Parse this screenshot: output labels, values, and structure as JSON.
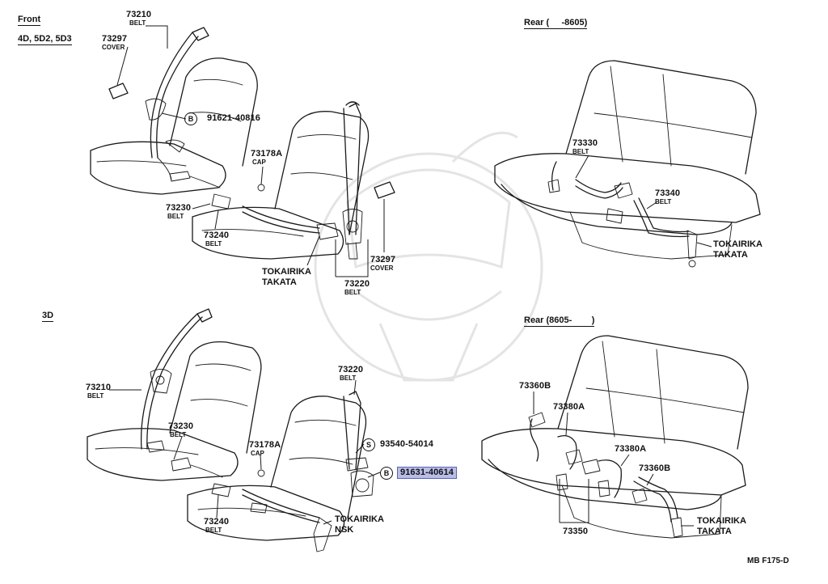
{
  "sections": {
    "front": "Front",
    "front_models": "4D, 5D2, 5D3",
    "rear_early": "Rear (     -8605)",
    "three_door": "3D",
    "rear_late": "Rear (8605-        )"
  },
  "front_parts": {
    "p73210": "73210",
    "p73210_sub": "BELT",
    "p73297a": "73297",
    "p73297a_sub": "COVER",
    "p91621": "91621-40816",
    "p91621_badge": "B",
    "p73178a": "73178A",
    "p73178a_sub": "CAP",
    "p73230": "73230",
    "p73230_sub": "BELT",
    "p73240": "73240",
    "p73240_sub": "BELT",
    "maker1": "TOKAIRIKA",
    "maker2": "TAKATA",
    "p73297b": "73297",
    "p73297b_sub": "COVER",
    "p73220": "73220",
    "p73220_sub": "BELT"
  },
  "rear_early_parts": {
    "p73330": "73330",
    "p73330_sub": "BELT",
    "p73340": "73340",
    "p73340_sub": "BELT",
    "maker1": "TOKAIRIKA",
    "maker2": "TAKATA"
  },
  "three_door_parts": {
    "p73210": "73210",
    "p73210_sub": "BELT",
    "p73230": "73230",
    "p73230_sub": "BELT",
    "p73178a": "73178A",
    "p73178a_sub": "CAP",
    "p73240": "73240",
    "p73240_sub": "BELT",
    "p73220": "73220",
    "p73220_sub": "BELT",
    "p93540": "93540-54014",
    "p93540_badge": "S",
    "p91631": "91631-40614",
    "p91631_badge": "B",
    "maker1": "TOKAIRIKA",
    "maker2": "NSK"
  },
  "rear_late_parts": {
    "p73360b_a": "73360B",
    "p73380a_a": "73380A",
    "p73380a_b": "73380A",
    "p73360b_b": "73360B",
    "p73350": "73350",
    "maker1": "TOKAIRIKA",
    "maker2": "TAKATA"
  },
  "footer": {
    "code": "MB F175-D"
  },
  "colors": {
    "line": "#1a1a1a",
    "highlight": "#b8bee8",
    "watermark": "#e4e4e4"
  }
}
